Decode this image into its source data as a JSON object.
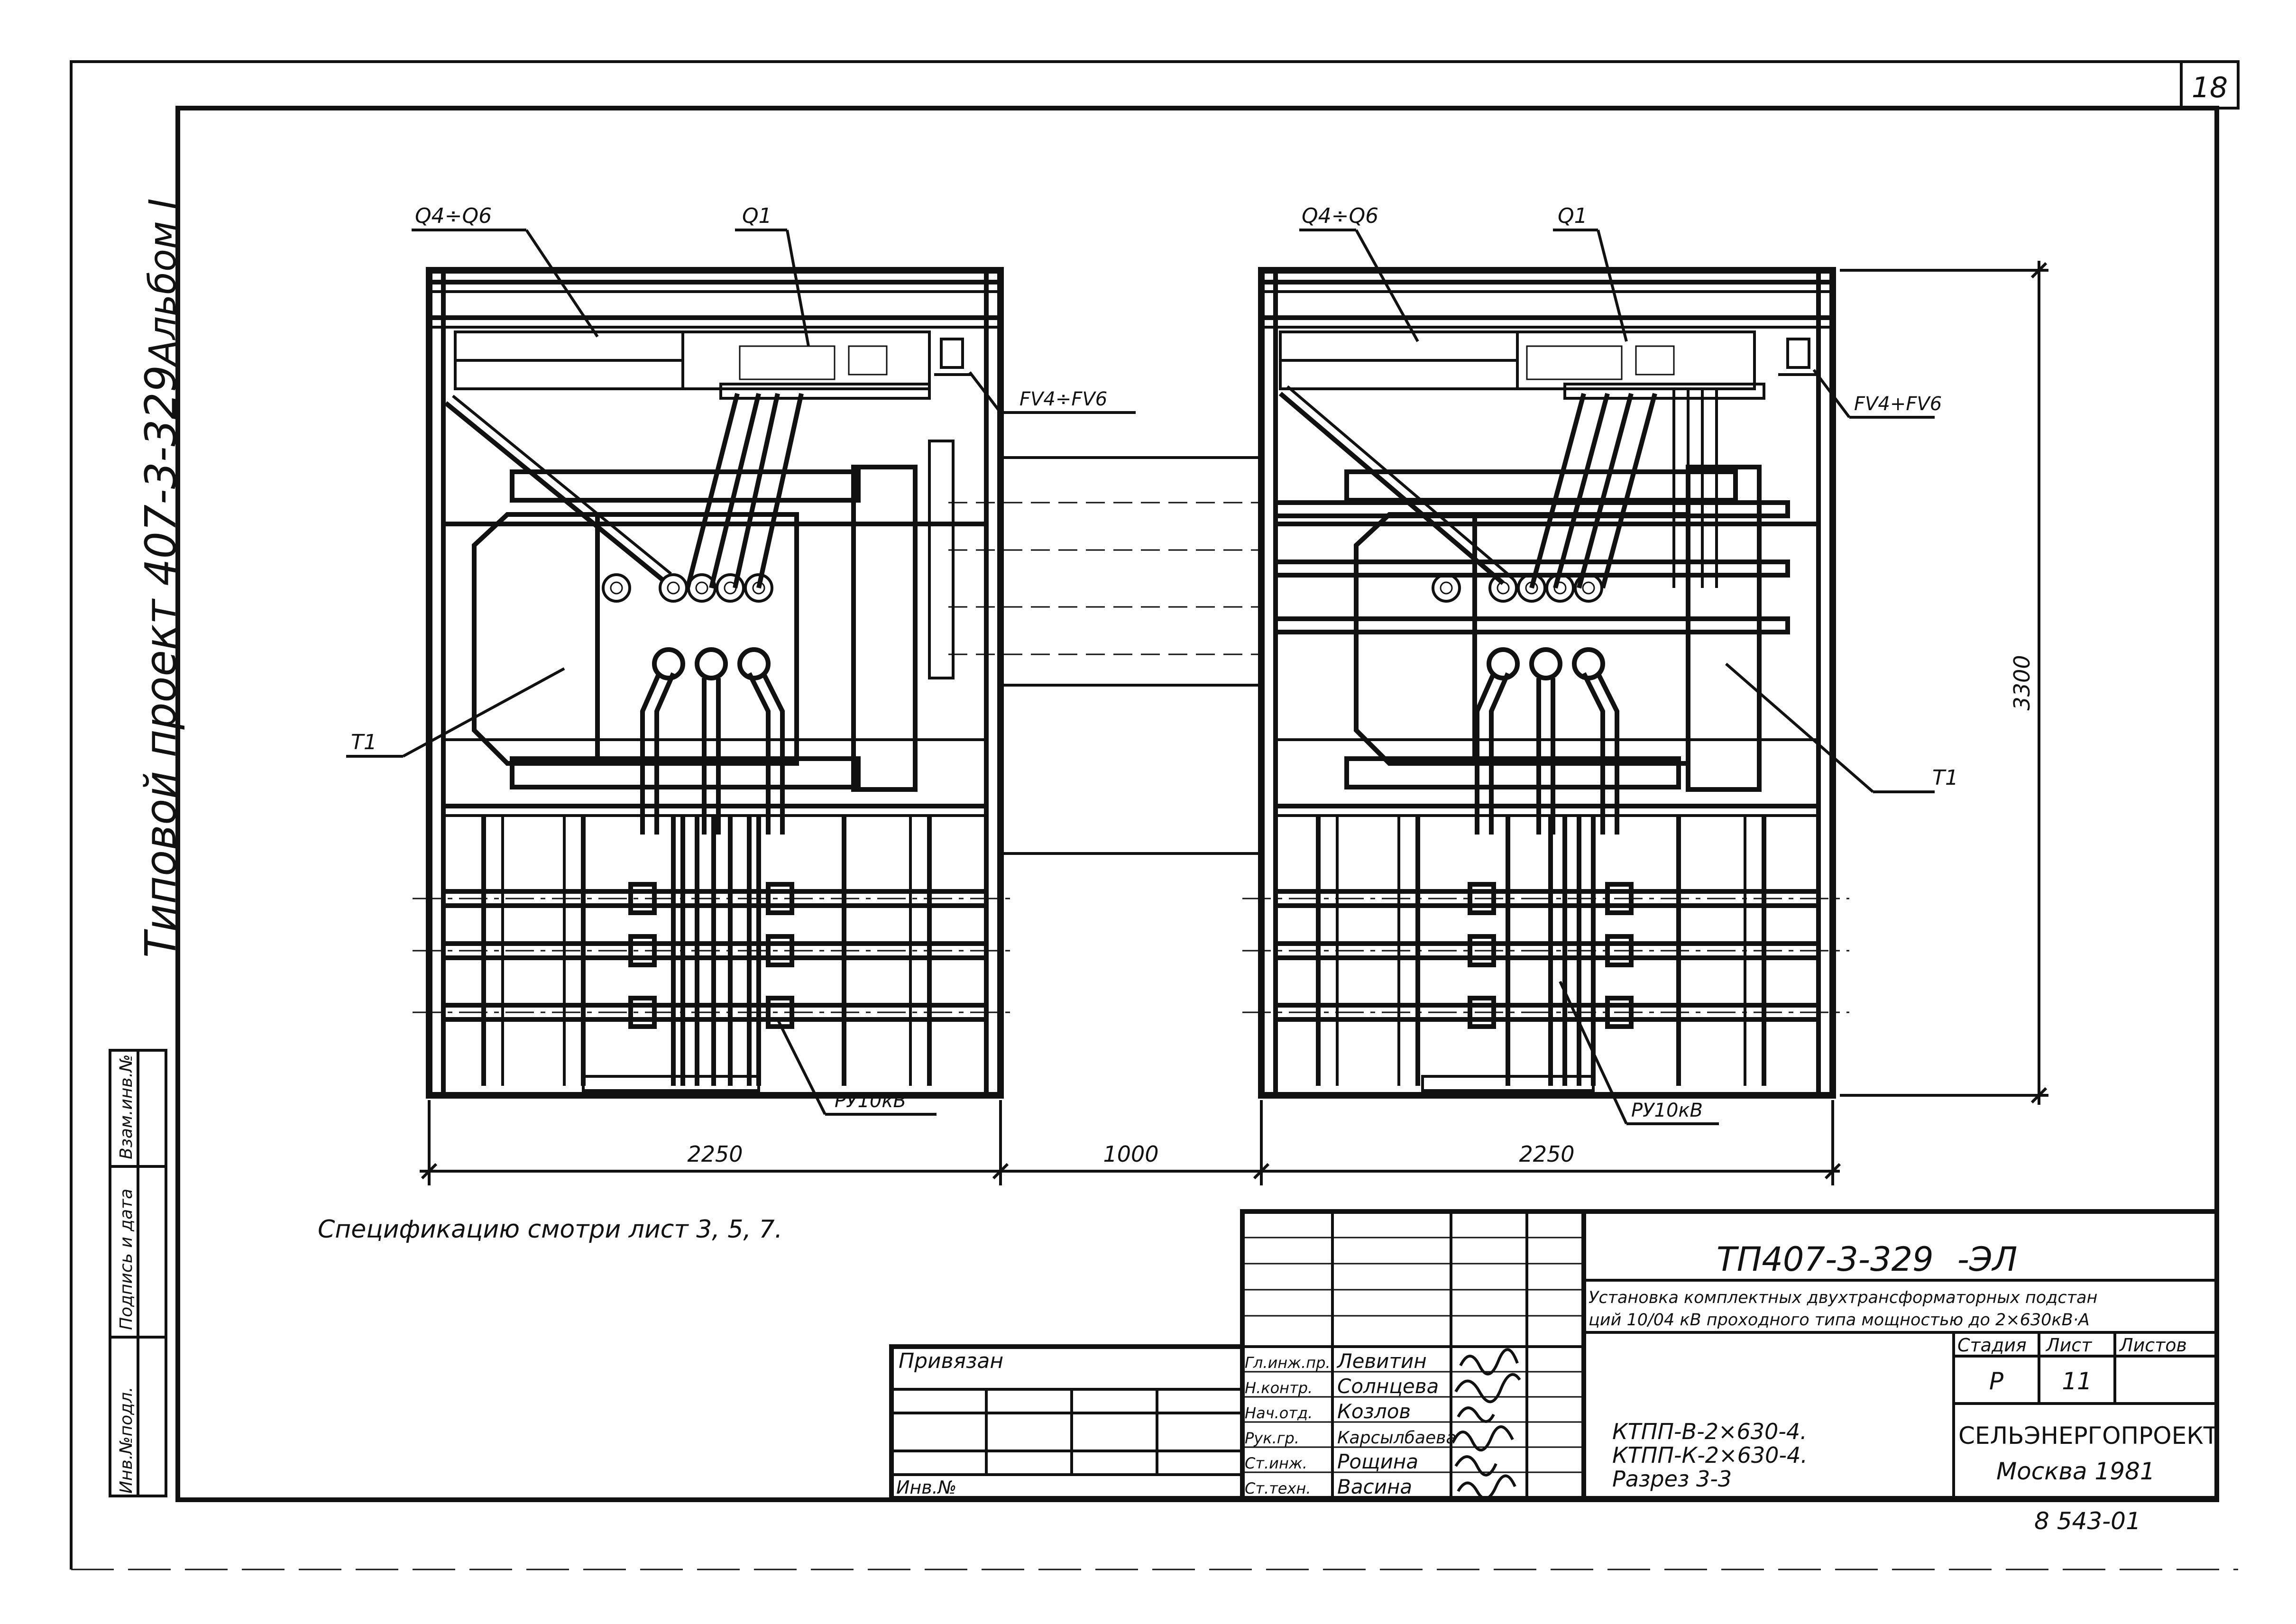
{
  "page_number": "18",
  "left_margin": {
    "album": "Альбом I",
    "project": "Типовой проект 407-3-329",
    "stamp_cells": [
      "Инв.№подл.",
      "Подпись и дата",
      "Взам.инв.№"
    ]
  },
  "views": {
    "left": {
      "labels": {
        "q_group": "Q4÷Q6",
        "q1": "Q1",
        "fv": "FV4÷FV6",
        "transformer": "T1",
        "switchgear": "РУ10кВ"
      }
    },
    "right": {
      "labels": {
        "q_group": "Q4÷Q6",
        "q1": "Q1",
        "fv": "FV4+FV6",
        "transformer": "T1",
        "switchgear": "РУ10кВ"
      }
    }
  },
  "dimensions": {
    "left_width": "2250",
    "gap": "1000",
    "right_width": "2250",
    "height": "3300"
  },
  "note": "Спецификацию смотри лист 3, 5, 7.",
  "title_block": {
    "code": "ТП407-3-329",
    "suffix": "-ЭЛ",
    "description_line1": "Установка комплектных двухтрансформаторных подстан",
    "description_line2": "ций 10/04 кВ проходного типа мощностью до 2×630кВ·А",
    "stage_header": "Стадия",
    "sheet_header": "Лист",
    "sheets_header": "Листов",
    "stage": "Р",
    "sheet": "11",
    "drawing_name": [
      "КТПП-В-2×630-4.",
      "КТПП-К-2×630-4.",
      "Разрез 3-3"
    ],
    "organization": "СЕЛЬЭНЕРГОПРОЕКТ",
    "city_year": "Москва 1981",
    "archive_number": "8 543-01",
    "bound_label": "Привязан",
    "inv_label": "Инв.№",
    "staff": [
      {
        "role": "Гл.инж.пр.",
        "name": "Левитин"
      },
      {
        "role": "Н.контр.",
        "name": "Солнцева"
      },
      {
        "role": "Нач.отд.",
        "name": "Козлов"
      },
      {
        "role": "Рук.гр.",
        "name": "Карсылбаева"
      },
      {
        "role": "Ст.инж.",
        "name": "Рощина"
      },
      {
        "role": "Ст.техн.",
        "name": "Васина"
      }
    ]
  }
}
